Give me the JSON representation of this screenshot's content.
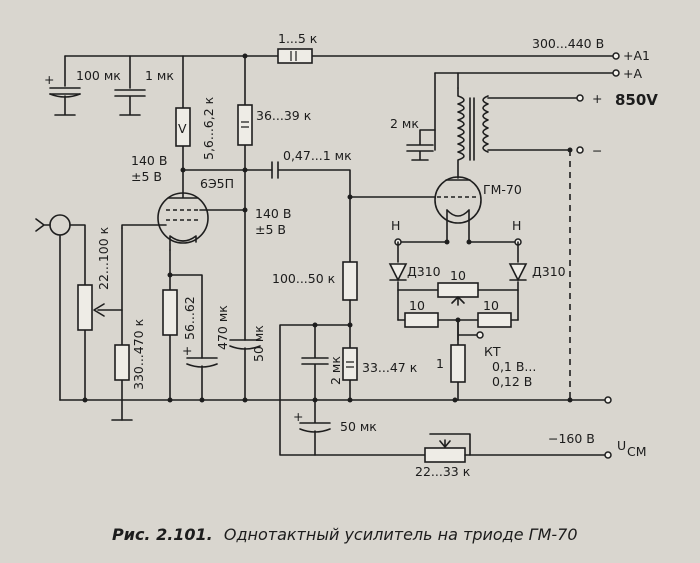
{
  "caption": {
    "number": "Рис. 2.101.",
    "text": "Однотактный усилитель на триоде ГМ-70"
  },
  "annotation": "850V",
  "labels": {
    "r_top": "1...5 к",
    "v_a1": "300...440 В",
    "t_a1": "+A1",
    "t_a": "+A",
    "t_plus": "+",
    "t_minus": "−",
    "c1": "100 мк",
    "c1_plus": "+",
    "c2": "1 мк",
    "r_v": "5,6...6,2 к",
    "r_v_mark": "V",
    "r_36": "36...39 к",
    "r_36_mark": "II",
    "v140_a": "140 В",
    "v5_a": "±5 В",
    "tube1": "6Э5П",
    "cc": "0,47...1 мк",
    "v140_b": "140 В",
    "v5_b": "±5 В",
    "r_22": "22...100 к",
    "r_330": "330...470 к",
    "r_56": "56...62",
    "c_470": "470 мк",
    "c_470_plus": "+",
    "c_50a": "50 мк",
    "r_100": "100...50 к",
    "c_2mk": "2 мк",
    "r_33": "33...47 к",
    "c_50b": "50 мк",
    "c_50b_plus": "+",
    "r_22_33": "22...33 к",
    "v_160": "−160 В",
    "u_cm": "U",
    "u_cm_sub": "СМ",
    "c_out": "2 мк",
    "tube2": "ГМ-70",
    "h1": "Н",
    "h2": "Н",
    "d1": "Д310",
    "d2": "Д310",
    "r10_top": "10",
    "r10_left": "10",
    "r10_right": "10",
    "r_1": "1",
    "kt": "КТ",
    "kt_v1": "0,1 В...",
    "kt_v2": "0,12 В"
  }
}
